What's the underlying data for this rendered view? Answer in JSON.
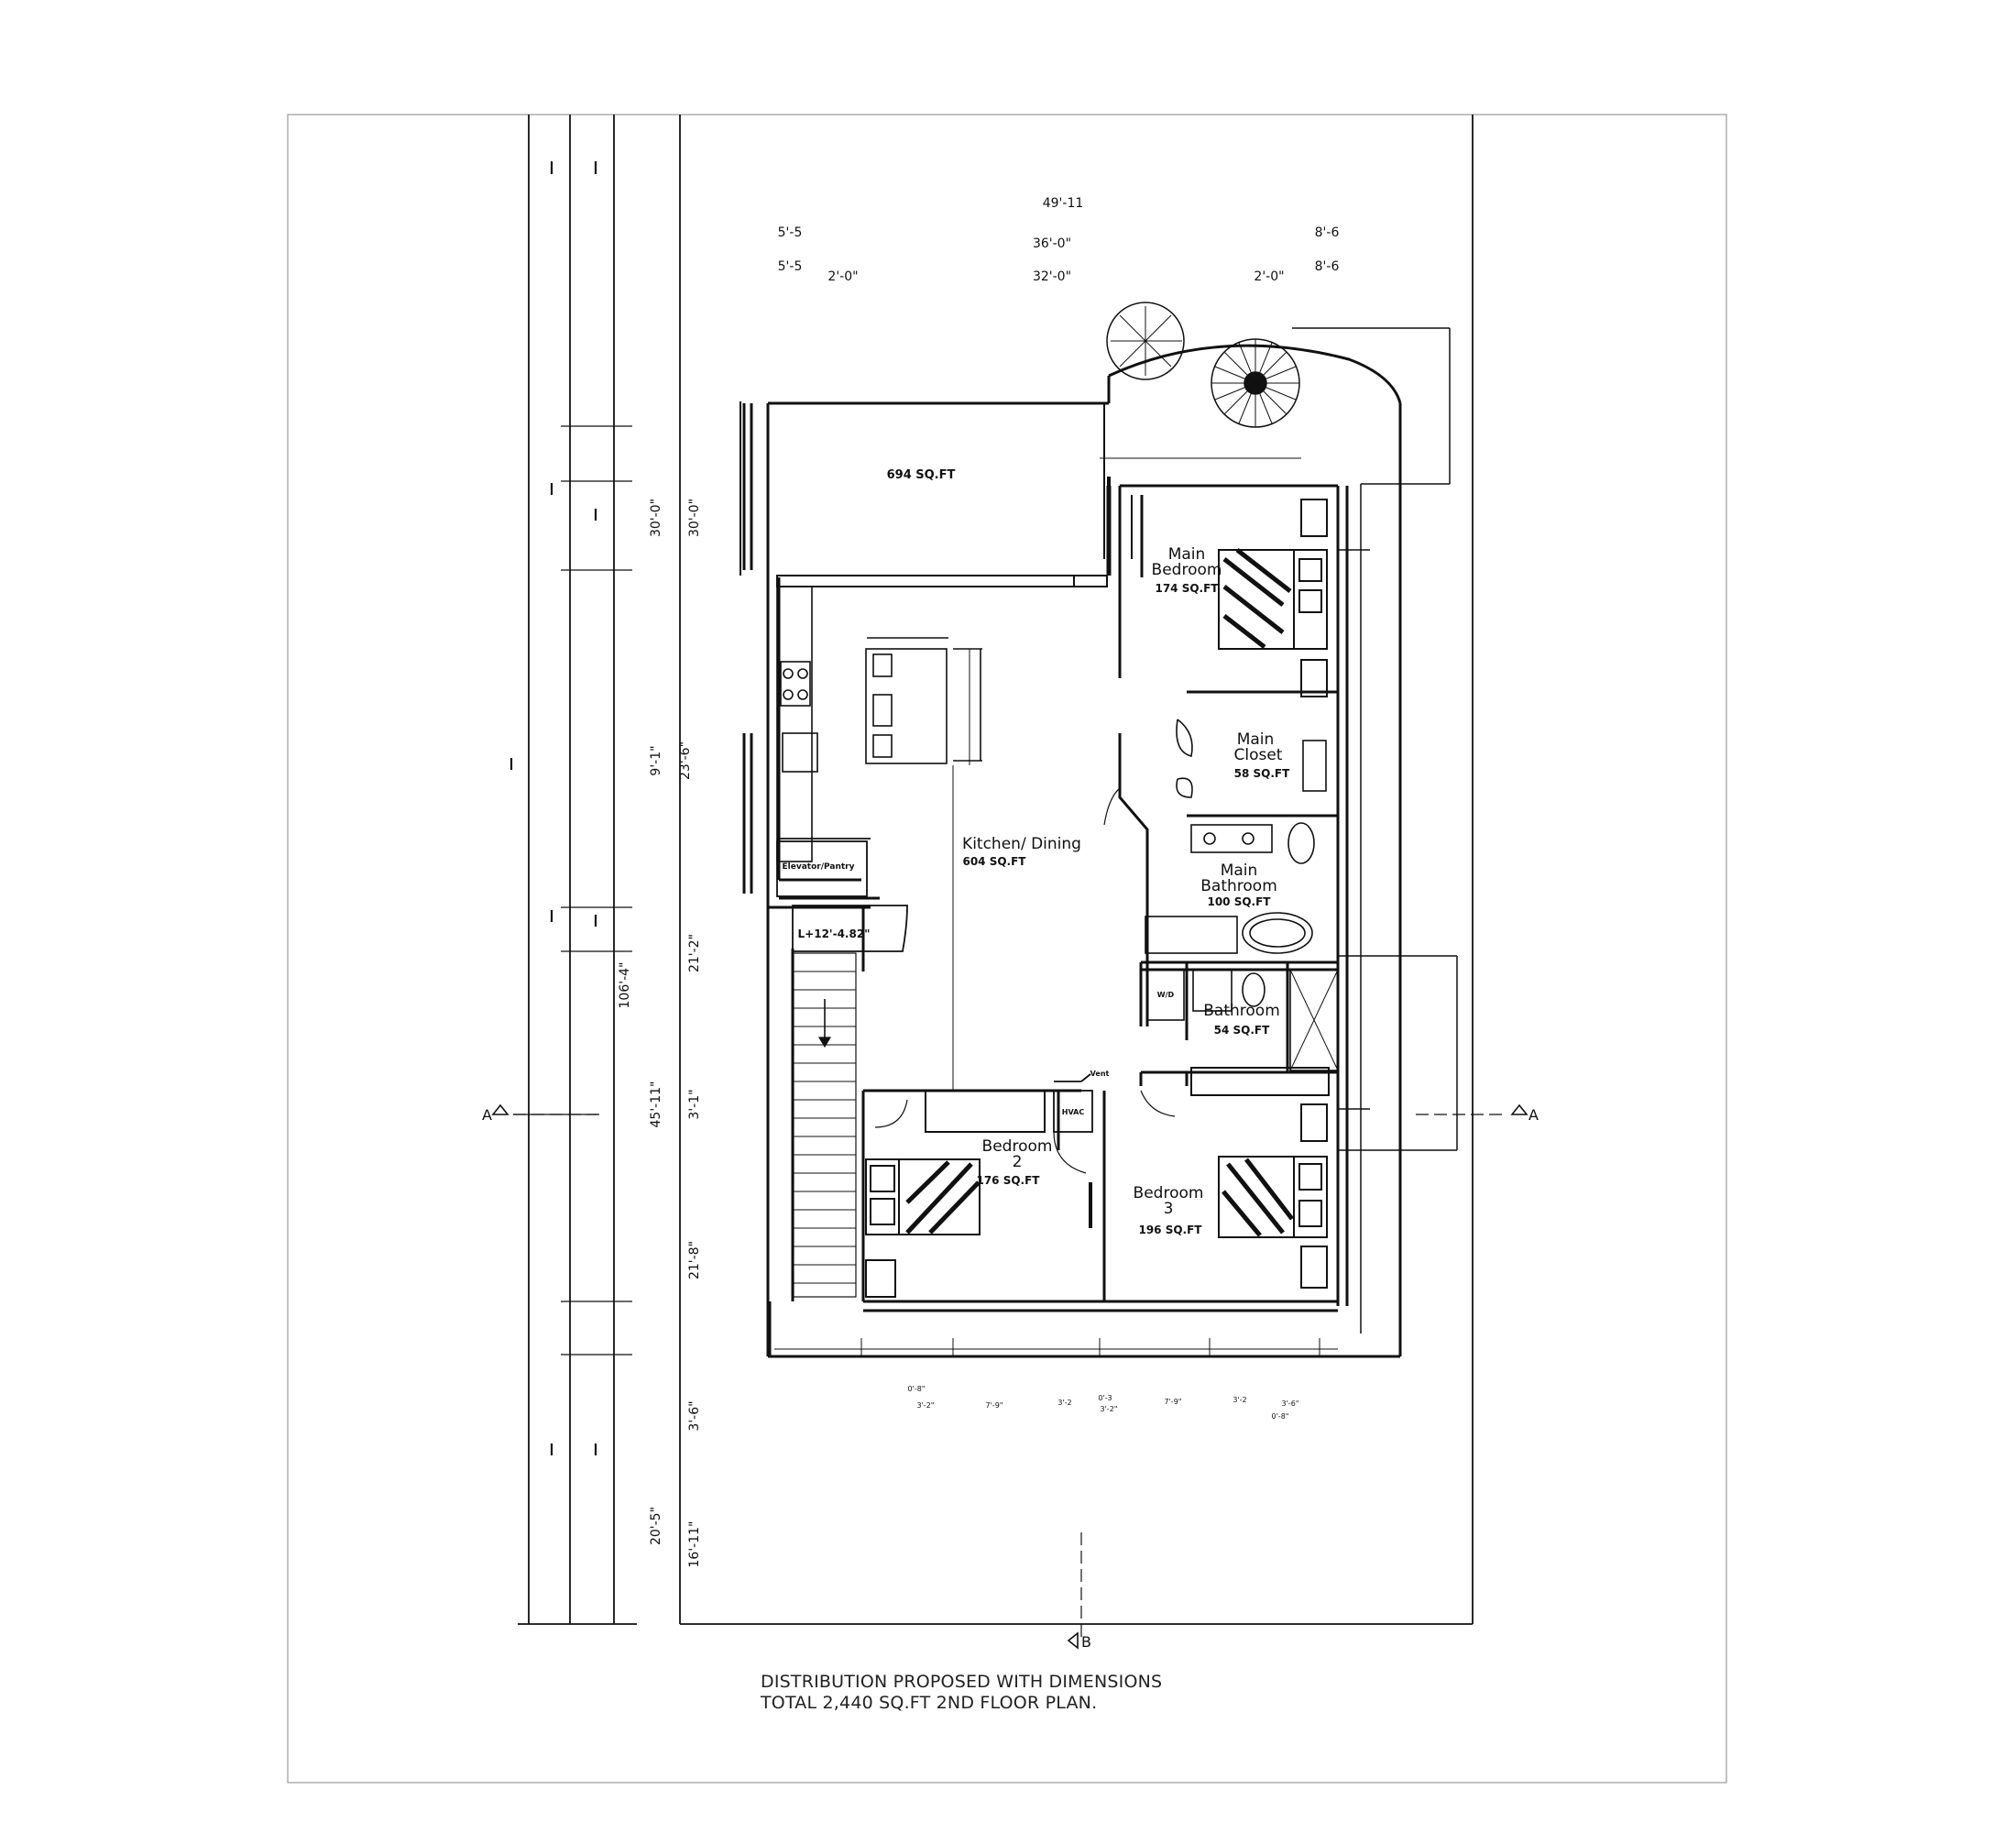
{
  "rooms": {
    "terrace": {
      "area": "694 SQ.FT"
    },
    "main_bedroom": {
      "name_line1": "Main",
      "name_line2": "Bedroom",
      "area": "174 SQ.FT"
    },
    "main_closet": {
      "name_line1": "Main",
      "name_line2": "Closet",
      "area": "58 SQ.FT"
    },
    "kitchen_dining": {
      "name": "Kitchen/ Dining",
      "area": "604 SQ.FT"
    },
    "main_bathroom": {
      "name_line1": "Main",
      "name_line2": "Bathroom",
      "area": "100 SQ.FT"
    },
    "bathroom": {
      "name": "Bathroom",
      "area": "54 SQ.FT"
    },
    "elevator_pantry": {
      "name": "Elevator/Pantry"
    },
    "bedroom2": {
      "name_line1": "Bedroom",
      "name_line2": "2",
      "area": "176 SQ.FT"
    },
    "bedroom3": {
      "name_line1": "Bedroom",
      "name_line2": "3",
      "area": "196 SQ.FT"
    }
  },
  "labels": {
    "stair_level": "L+12'-4.82\"",
    "vent": "Vent",
    "hvac": "HVAC",
    "washer_dryer": "W/D",
    "section_a": "A",
    "section_b": "B"
  },
  "dimensions": {
    "top_overall": "49'-11",
    "top_mid": "36'-0\"",
    "top_inner": "32'-0\"",
    "top_left_1": "5'-5",
    "top_left_2": "5'-5",
    "top_left_3": "2'-0\"",
    "top_right_1": "8'-6",
    "top_right_2": "8'-6",
    "top_right_3": "2'-0\"",
    "left_overall": "106'-4\"",
    "left_30a": "30'-0\"",
    "left_30b": "30'-0\"",
    "left_9": "9'-1\"",
    "left_23": "23'-6\"",
    "left_21_2": "21'-2\"",
    "left_45": "45'-11\"",
    "left_3_1": "3'-1\"",
    "left_21_8": "21'-8\"",
    "left_3_6": "3'-6\"",
    "left_20_5": "20'-5\"",
    "left_16_11": "16'-11\"",
    "bottom_row": [
      "0'-8\"",
      "3'-2\"",
      "7'-9\"",
      "3'-2",
      "0'-3",
      "3'-2\"",
      "7'-9\"",
      "3'-2",
      "3'-6\"",
      "0'-8\""
    ]
  },
  "caption": {
    "line1": "DISTRIBUTION PROPOSED WITH DIMENSIONS",
    "line2": "TOTAL 2,440 SQ.FT 2ND FLOOR PLAN."
  }
}
